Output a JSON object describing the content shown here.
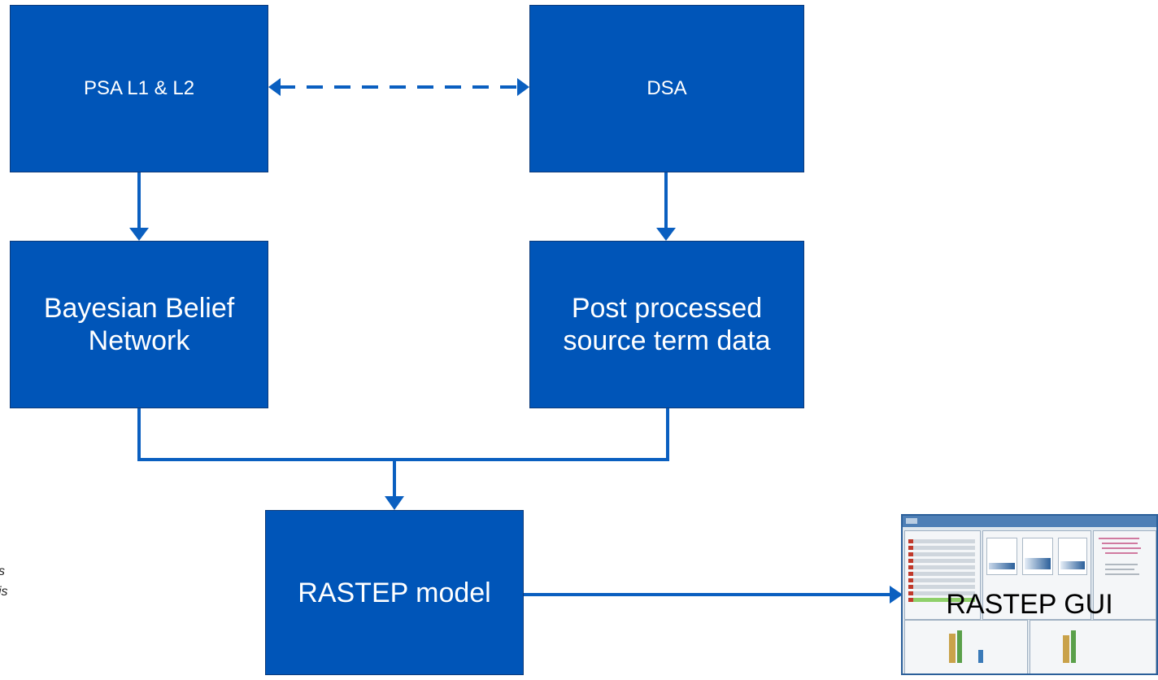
{
  "diagram": {
    "boxes": {
      "psa": "PSA L1 & L2",
      "dsa": "DSA",
      "bbn_line1": "Bayesian Belief",
      "bbn_line2": "Network",
      "post_line1": "Post processed",
      "post_line2": "source term data",
      "rastep": "RASTEP model"
    },
    "gui_label": "RASTEP GUI",
    "left_fragments": [
      "s",
      "is"
    ],
    "colors": {
      "box_fill": "#0055b8",
      "connector": "#0a5fc0"
    }
  }
}
